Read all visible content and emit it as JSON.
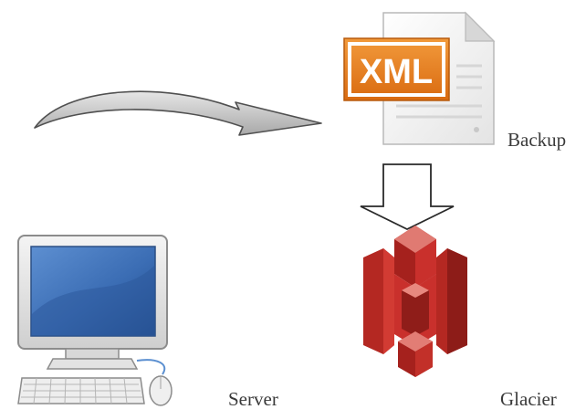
{
  "diagram": {
    "xml_badge_text": "XML",
    "labels": {
      "backup": "Backup",
      "server": "Server",
      "glacier": "Glacier"
    },
    "colors": {
      "xml_orange": "#e87d1e",
      "glacier_red": "#c9302c",
      "monitor_screen": "#3a6fb5",
      "arrow_gray": "#9a9a9a"
    }
  }
}
